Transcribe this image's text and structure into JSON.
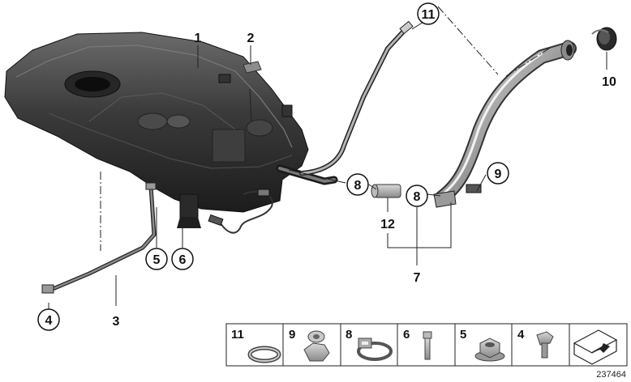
{
  "callouts": {
    "c1": "1",
    "c2": "2",
    "c3": "3",
    "c4": "4",
    "c5": "5",
    "c6": "6",
    "c7": "7",
    "c8a": "8",
    "c8b": "8",
    "c9": "9",
    "c10": "10",
    "c11": "11",
    "c12": "12"
  },
  "parts_table": {
    "cells": [
      {
        "label": "11",
        "icon": "clamp-ring-icon"
      },
      {
        "label": "9",
        "icon": "hex-nut-icon"
      },
      {
        "label": "8",
        "icon": "hose-clamp-icon"
      },
      {
        "label": "6",
        "icon": "bolt-icon"
      },
      {
        "label": "5",
        "icon": "flange-nut-icon"
      },
      {
        "label": "4",
        "icon": "screw-icon"
      },
      {
        "label": "",
        "icon": "arrow-reference-icon"
      }
    ]
  },
  "document_number": "237464"
}
